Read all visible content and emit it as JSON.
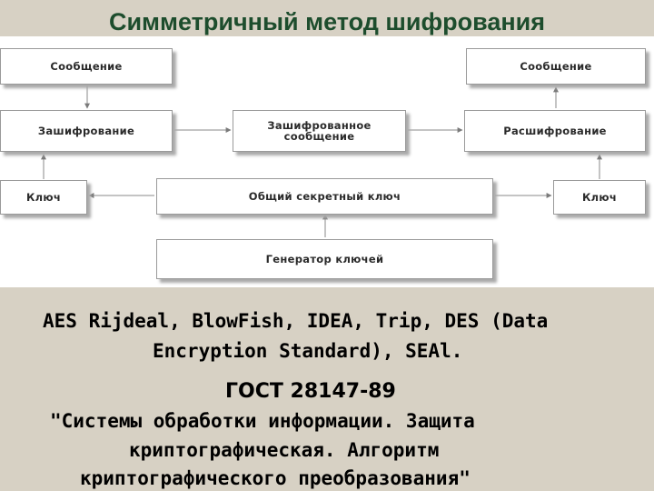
{
  "title": "Симметричный метод шифрования",
  "diagram": {
    "message_left": "Сообщение",
    "message_right": "Сообщение",
    "encryption": "Зашифрование",
    "encrypted_message_line1": "Зашифрованное",
    "encrypted_message_line2": "сообщение",
    "decryption": "Расшифрование",
    "key_left": "Ключ",
    "shared_key": "Общий секретный ключ",
    "key_right": "Ключ",
    "key_generator": "Генератор ключей"
  },
  "text": {
    "algorithms_line1": "AES Rijdeal, BlowFish, IDEA, Trip, DES (Data",
    "algorithms_line2": "Encryption Standard), SEAl.",
    "gost": "ГОСТ 28147-89",
    "standard_line1": "\"Системы обработки информации. Защита",
    "standard_line2": "криптографическая. Алгоритм",
    "standard_line3": "криптографического преобразования\""
  }
}
